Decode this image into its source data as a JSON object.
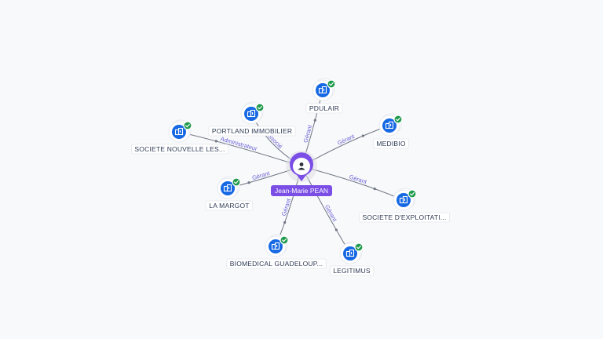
{
  "center": {
    "name": "Jean-Marie PEAN",
    "icon": "person-icon"
  },
  "nodes": [
    {
      "id": "pdulair",
      "label": "PDULAIR",
      "verified": true,
      "relation": "Gérant",
      "icon": "building-icon"
    },
    {
      "id": "medibio",
      "label": "MEDIBIO",
      "verified": true,
      "relation": "Gérant",
      "icon": "building-icon"
    },
    {
      "id": "societe-exploitati",
      "label": "SOCIETE D'EXPLOITATI...",
      "verified": true,
      "relation": "Gérant",
      "icon": "building-icon"
    },
    {
      "id": "legitimus",
      "label": "LEGITIMUS",
      "verified": true,
      "relation": "Gérant",
      "icon": "building-icon"
    },
    {
      "id": "biomedical",
      "label": "BIOMEDICAL GUADELOUP...",
      "verified": true,
      "relation": "Gérant",
      "icon": "building-icon"
    },
    {
      "id": "la-margot",
      "label": "LA MARGOT",
      "verified": true,
      "relation": "Gérant",
      "icon": "building-icon"
    },
    {
      "id": "societe-nouvelle",
      "label": "SOCIETE NOUVELLE LES...",
      "verified": true,
      "relation": "Administrateur",
      "icon": "building-icon"
    },
    {
      "id": "portland",
      "label": "PORTLAND IMMOBILIER",
      "verified": true,
      "relation": "Associé",
      "icon": "building-icon"
    }
  ],
  "colors": {
    "background": "#f8f9fb",
    "company": "#1668e3",
    "verified": "#1f9a4c",
    "person": "#7b4fe6",
    "edge": "#6f7684",
    "relation_text": "#6a61d6"
  }
}
